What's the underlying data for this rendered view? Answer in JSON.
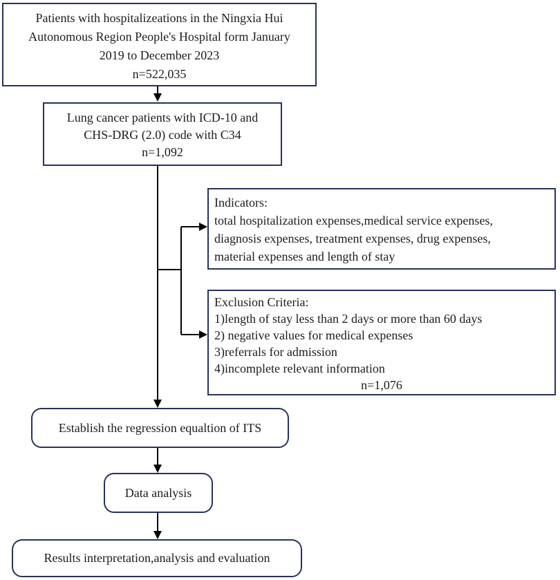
{
  "flowchart": {
    "source_box": {
      "lines": [
        "Patients with hospitalizeations in the Ningxia Hui",
        "Autonomous Region People's Hospital form January",
        "2019 to December 2023",
        "n=522,035"
      ]
    },
    "lung_box": {
      "lines": [
        "Lung cancer patients with ICD-10 and",
        "CHS-DRG (2.0) code with C34",
        "n=1,092"
      ]
    },
    "indicators_box": {
      "lines": [
        "Indicators:",
        "total hospitalization expenses,medical service expenses,",
        "diagnosis expenses, treatment expenses, drug expenses,",
        "material expenses and length of stay"
      ]
    },
    "exclusion_box": {
      "lines": [
        "Exclusion Criteria:",
        "1)length of stay less than 2 days or more than 60 days",
        "2) negative values for medical expenses",
        "3)referrals for admission",
        "4)incomplete relevant information"
      ],
      "count": "n=1,076"
    },
    "establish_box": {
      "label": "Establish the regression equaltion of ITS"
    },
    "analysis_box": {
      "label": "Data analysis"
    },
    "results_box": {
      "label": "Results interpretation,analysis and evaluation"
    }
  },
  "colors": {
    "box_border": "#26325e",
    "text": "#1c1c1c",
    "arrow": "#000000",
    "background": "#ffffff"
  }
}
